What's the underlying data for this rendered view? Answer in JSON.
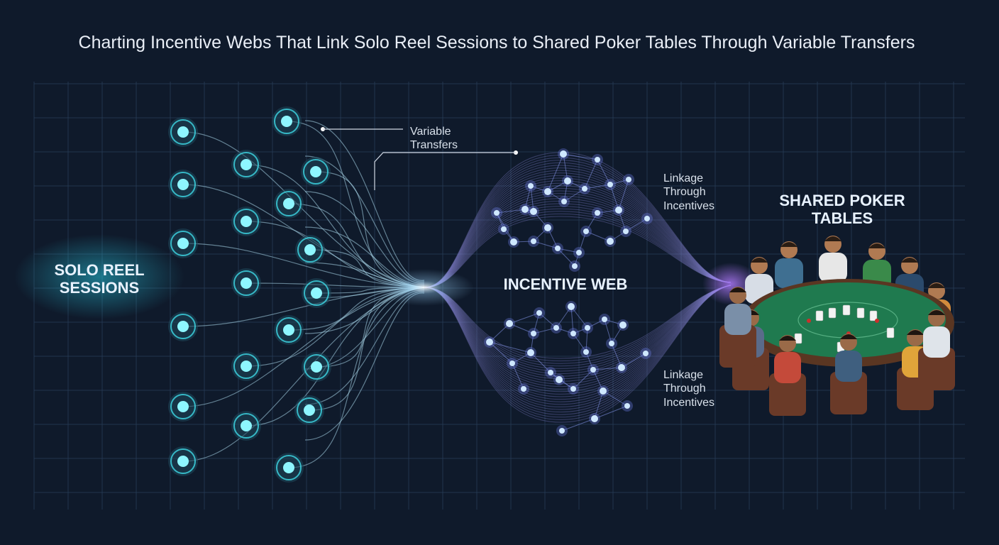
{
  "title": "Charting Incentive Webs That Link Solo Reel Sessions to Shared Poker Tables Through Variable Transfers",
  "labels": {
    "solo_line1": "SOLO REEL",
    "solo_line2": "SESSIONS",
    "variable_line1": "Variable",
    "variable_line2": "Transfers",
    "incentive_web": "INCENTIVE WEB",
    "linkage_top_line1": "Linkage",
    "linkage_top_line2": "Through",
    "linkage_top_line3": "Incentives",
    "linkage_bottom_line1": "Linkage",
    "linkage_bottom_line2": "Through",
    "linkage_bottom_line3": "Incentives",
    "poker_line1": "SHARED POKER",
    "poker_line2": "TABLES"
  },
  "colors": {
    "background": "#0f1a2b",
    "node_glow": "#3fd9e6",
    "web_accent": "#7e8fe0",
    "felt": "#1f7a4f"
  }
}
